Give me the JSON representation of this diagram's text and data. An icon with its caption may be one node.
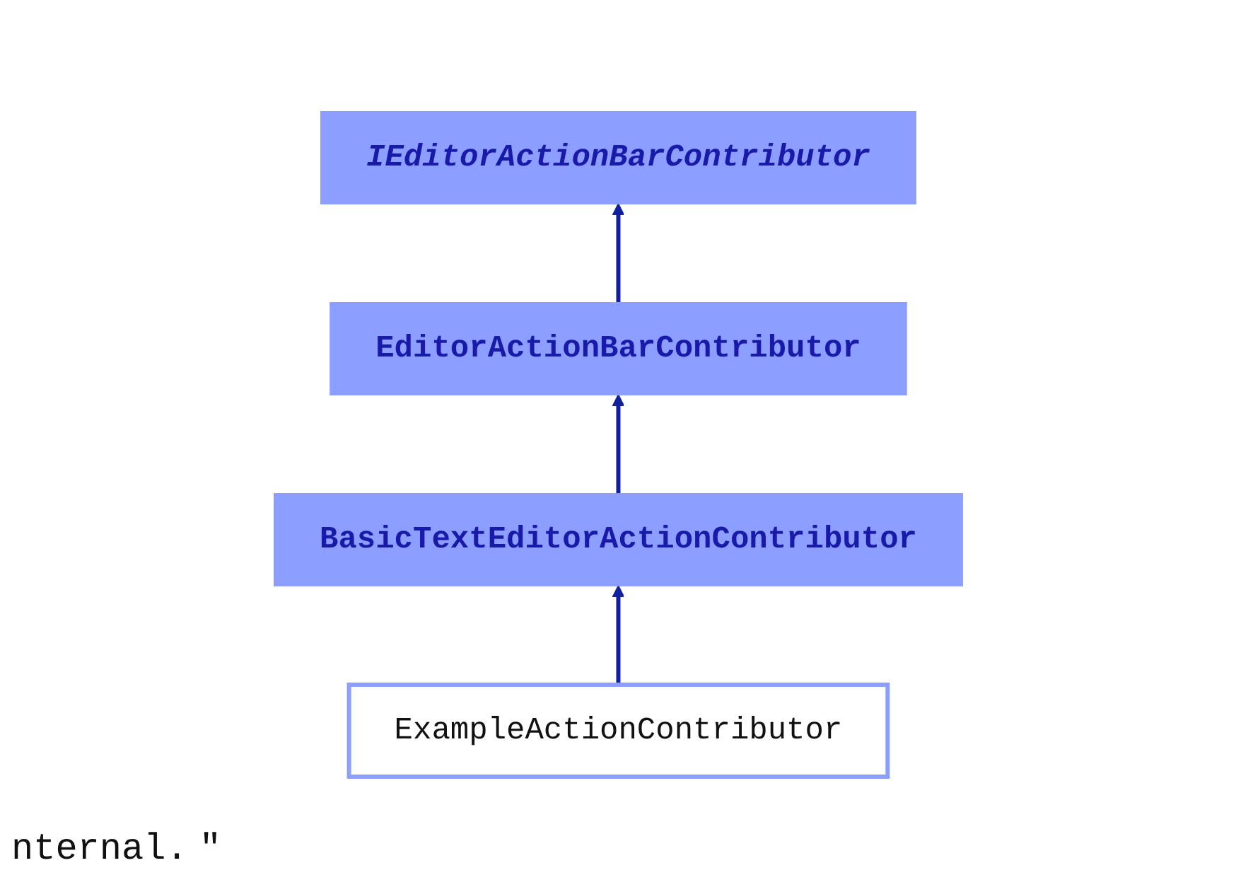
{
  "diagram": {
    "nodes": [
      {
        "text": [
          "IEditorActionBarContributor"
        ]
      },
      {
        "text": [
          "EditorActionBarContributor"
        ]
      },
      {
        "text": [
          "BasicTextEditorActionContributor"
        ]
      },
      {
        "text": [
          "ExampleActionContributor"
        ]
      }
    ],
    "edges": [
      {
        "from": 1,
        "to": 0,
        "arrow": "to"
      },
      {
        "from": 2,
        "to": 1,
        "arrow": "to"
      },
      {
        "from": 3,
        "to": 2,
        "arrow": "to"
      }
    ],
    "labels": [
      "nternal.",
      "\""
    ]
  }
}
